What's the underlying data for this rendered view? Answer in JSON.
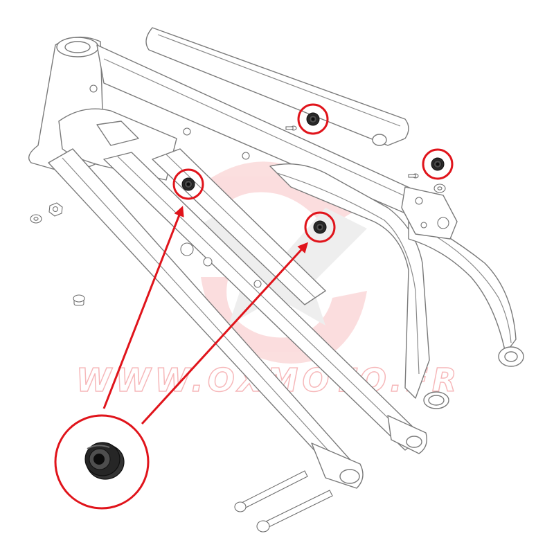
{
  "watermark": {
    "text": "WWW.OXMOTO.FR"
  },
  "colors": {
    "callout_red": "#e0141b",
    "watermark_red": "#e8353a",
    "watermark_gray": "#9a9a9a",
    "line_gray": "#7a7a7a",
    "bushing_black": "#1c1c1c"
  },
  "callouts": {
    "count": 4,
    "highlighted_part": "rubber-bushing",
    "inset": "enlarged-rubber-bushing"
  },
  "icons": {
    "part": "rubber-bushing-icon",
    "arrow": "arrow-up-right-icon"
  }
}
